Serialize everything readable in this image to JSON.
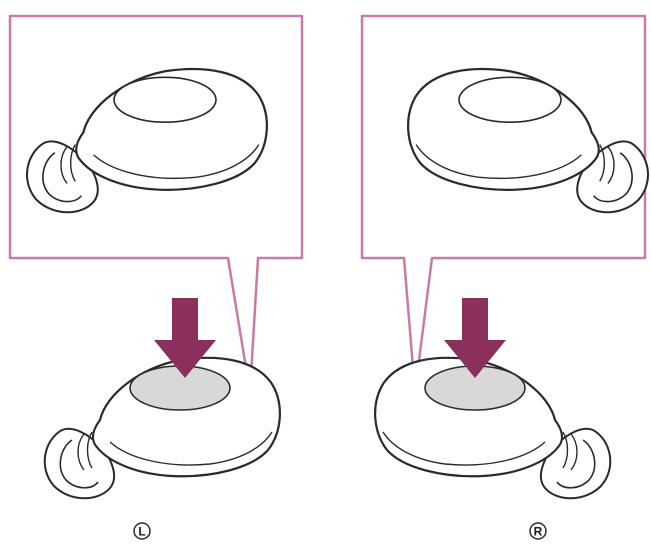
{
  "colors": {
    "callout_border": "#c97ba5",
    "arrow": "#8b2f5d",
    "outline": "#2b2b2b",
    "sensor_area": "#d8d8d8",
    "background": "#ffffff"
  },
  "earbuds": [
    {
      "side": "left",
      "label": "L",
      "icon": "earbud-left-icon"
    },
    {
      "side": "right",
      "label": "R",
      "icon": "earbud-right-icon"
    }
  ]
}
